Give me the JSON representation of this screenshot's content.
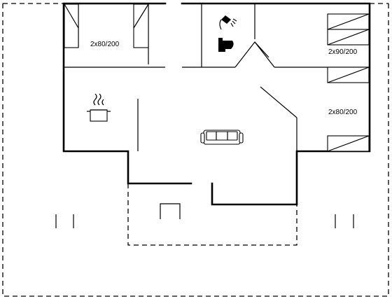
{
  "rooms": {
    "bedroom_top_left": {
      "bed_label": "2x80/200"
    },
    "bedroom_top_right": {
      "bed_label": "2x90/200"
    },
    "bedroom_right": {
      "bed_label": "2x80/200"
    }
  },
  "icons": {
    "bathroom": [
      "shower-icon",
      "toilet-icon"
    ],
    "kitchen": [
      "cooking-pot-icon"
    ],
    "living": [
      "sofa-icon"
    ]
  }
}
